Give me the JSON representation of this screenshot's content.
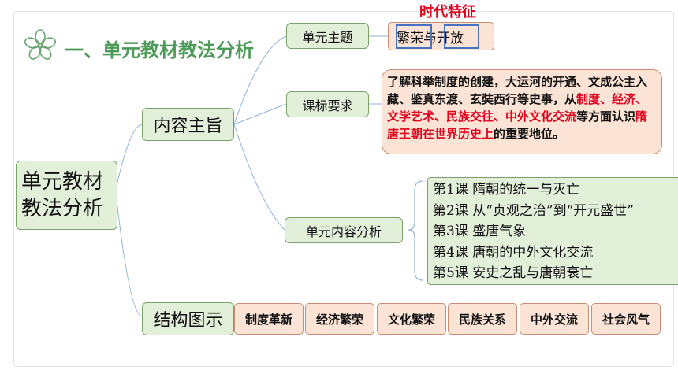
{
  "title": "一、单元教材教法分析",
  "root": "单元教材教法分析",
  "branches": {
    "content": "内容主旨",
    "structure": "结构图示"
  },
  "content_items": {
    "theme": "单元主题",
    "requirement": "课标要求",
    "analysis": "单元内容分析"
  },
  "theme_value": {
    "part1": "繁荣",
    "joiner": "与",
    "part2": "开放",
    "annotation": "时代特征"
  },
  "requirement_text": {
    "line1": "了解科举制度的创建，大运河的开通、文成公主入藏、鉴真东渡、玄奘西行等史事，从",
    "red1": "制度、经济、文学艺术、民族交往、中外文化交流",
    "mid": "等方面认识",
    "red2": "隋唐王朝在世界历史上",
    "end": "的重要地位。"
  },
  "lessons": [
    "第1课  隋朝的统一与灭亡",
    "第2课  从“贞观之治”到“开元盛世”",
    "第3课  盛唐气象",
    "第4课  唐朝的中外文化交流",
    "第5课  安史之乱与唐朝衰亡"
  ],
  "structure_items": [
    "制度革新",
    "经济繁荣",
    "文化繁荣",
    "民族关系",
    "中外交流",
    "社会风气"
  ],
  "colors": {
    "title_green": "#4e9a58",
    "accent_red": "#e0001b",
    "box_green": "#e2efd9",
    "box_orange": "#fbe4d5",
    "highlight_blue": "#4472c4"
  }
}
